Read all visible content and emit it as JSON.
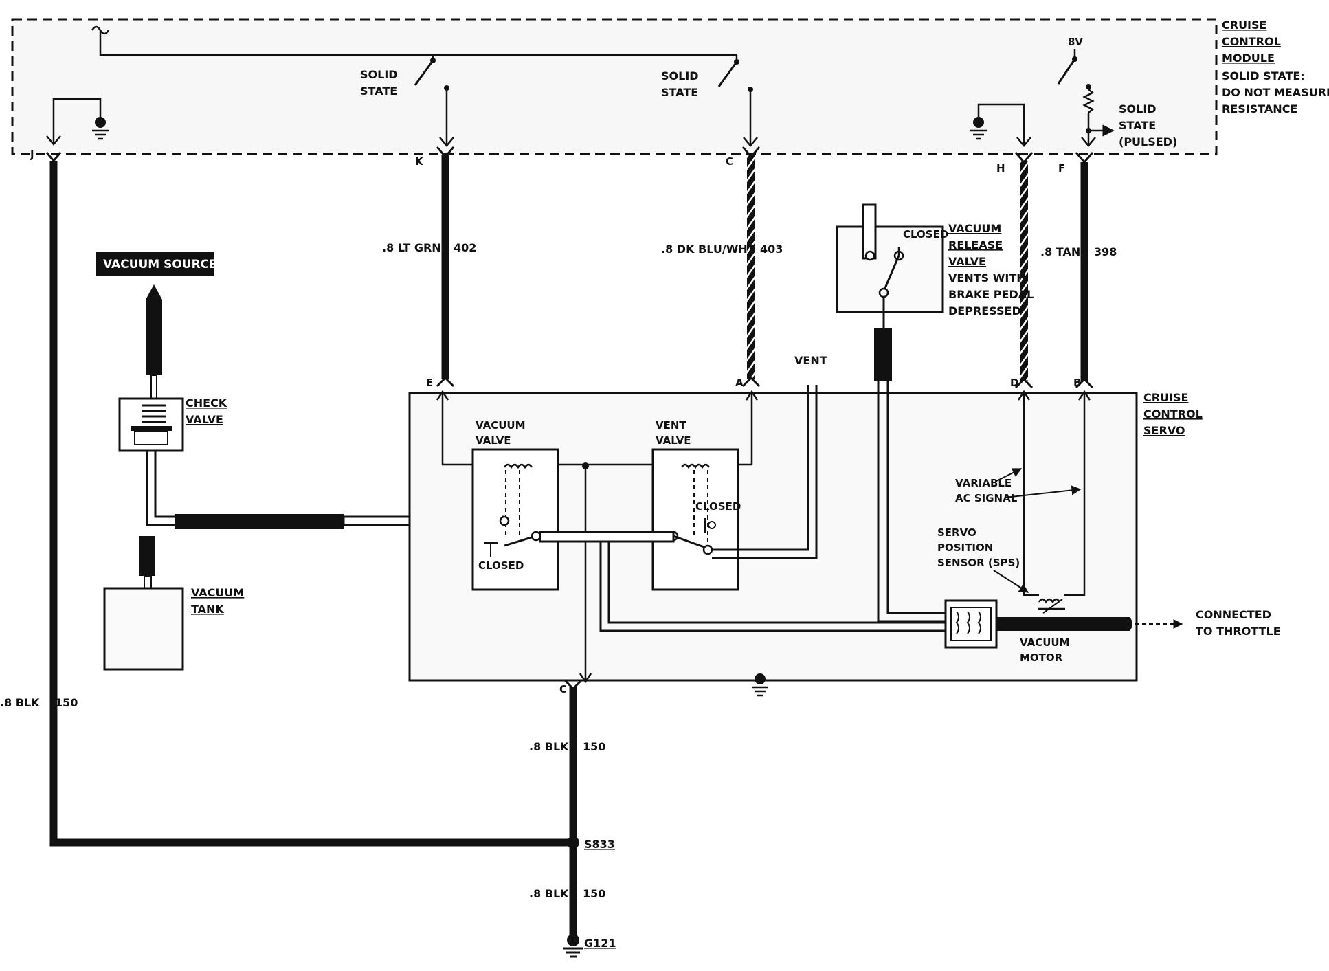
{
  "module": {
    "title": [
      "CRUISE",
      "CONTROL",
      "MODULE"
    ],
    "note": [
      "SOLID STATE:",
      "DO NOT MEASURE",
      "RESISTANCE"
    ],
    "switch_k_label": [
      "SOLID",
      "STATE"
    ],
    "switch_c_label": [
      "SOLID",
      "STATE"
    ],
    "f_supply": "8V",
    "f_label": [
      "SOLID",
      "STATE",
      "(PULSED)"
    ]
  },
  "pins": {
    "module": {
      "j": "J",
      "k": "K",
      "c": "C",
      "h": "H",
      "f": "F"
    },
    "servo": {
      "e": "E",
      "a": "A",
      "d": "D",
      "b": "B",
      "c": "C"
    }
  },
  "wires": {
    "k_e": {
      "gauge": ".8 LT GRN",
      "circuit": "402"
    },
    "c_a": {
      "gauge": ".8 DK BLU/WHT",
      "circuit": "403"
    },
    "h_d": {
      "gauge": ".8 TAN",
      "circuit": "398"
    },
    "j_ground": {
      "gauge": ".8 BLK",
      "circuit": "150"
    },
    "servo_c": {
      "gauge": ".8 BLK",
      "circuit": "150"
    },
    "splice_ground": {
      "gauge": ".8 BLK",
      "circuit": "150"
    }
  },
  "splice": "S833",
  "ground": "G121",
  "vacuum_source": "VACUUM SOURCE",
  "check_valve": [
    "CHECK",
    "VALVE"
  ],
  "vacuum_tank": [
    "VACUUM",
    "TANK"
  ],
  "release_valve": {
    "state": "CLOSED",
    "title": [
      "VACUUM",
      "RELEASE",
      "VALVE"
    ],
    "note": [
      "VENTS WITH",
      "BRAKE PEDAL",
      "DEPRESSED"
    ]
  },
  "vent": "VENT",
  "servo": {
    "title": [
      "CRUISE",
      "CONTROL",
      "SERVO"
    ],
    "vacuum_valve": [
      "VACUUM",
      "VALVE"
    ],
    "vacuum_valve_state": "CLOSED",
    "vent_valve": [
      "VENT",
      "VALVE"
    ],
    "vent_valve_state": "CLOSED",
    "variable_signal": [
      "VARIABLE",
      "AC SIGNAL"
    ],
    "sps": [
      "SERVO",
      "POSITION",
      "SENSOR (SPS)"
    ],
    "motor": [
      "VACUUM",
      "MOTOR"
    ]
  },
  "throttle": [
    "CONNECTED",
    "TO THROTTLE"
  ]
}
